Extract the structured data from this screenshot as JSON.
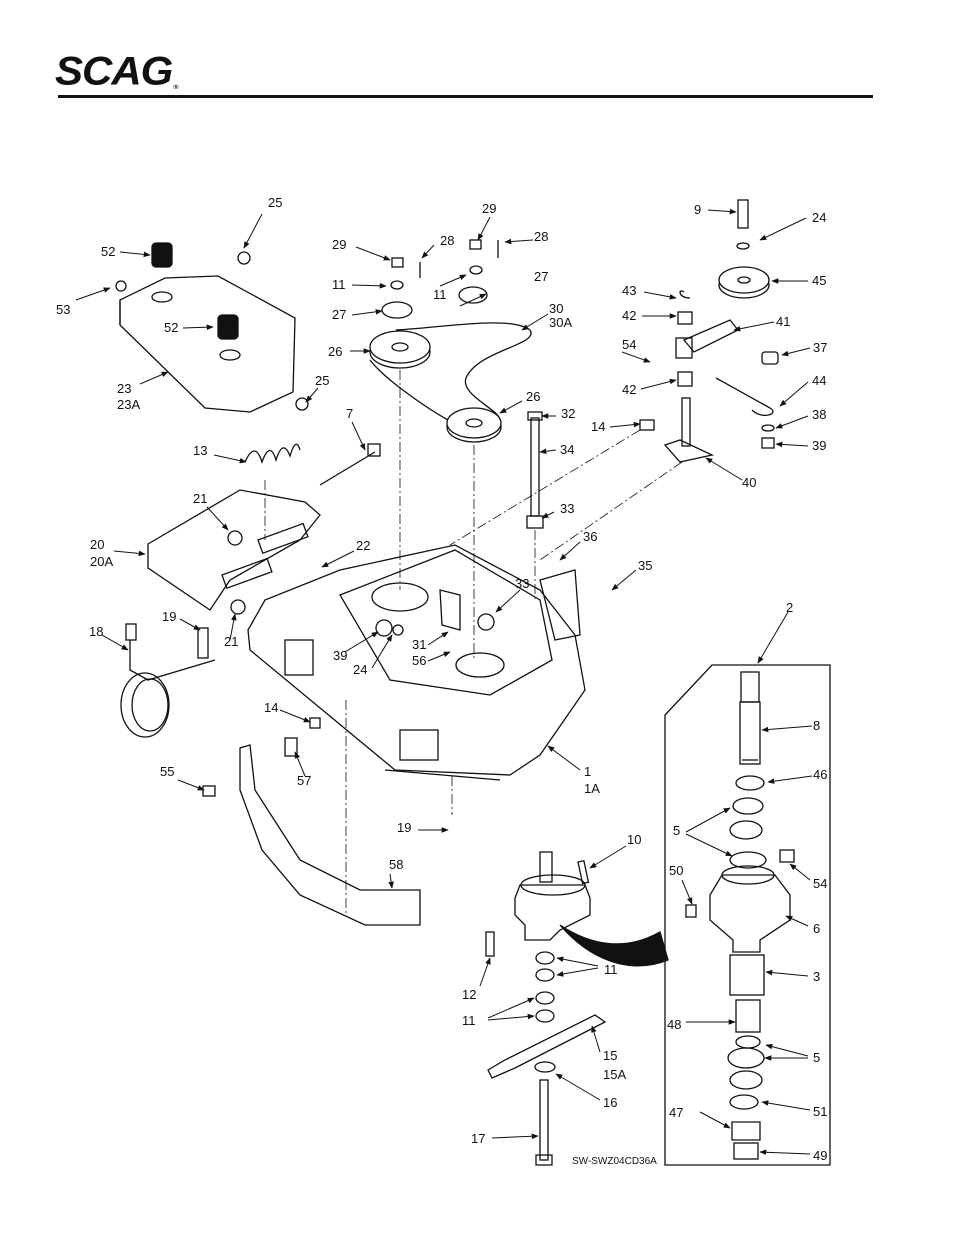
{
  "header": {
    "brand": "SCAG",
    "registered_mark": "®"
  },
  "drawing_code": "SW-SWZ04CD36A",
  "callouts": [
    {
      "id": "c25a",
      "text": "25"
    },
    {
      "id": "c52a",
      "text": "52"
    },
    {
      "id": "c53",
      "text": "53"
    },
    {
      "id": "c52b",
      "text": "52"
    },
    {
      "id": "c23",
      "text": "23"
    },
    {
      "id": "c23a",
      "text": "23A"
    },
    {
      "id": "c25b",
      "text": "25"
    },
    {
      "id": "c29a",
      "text": "29"
    },
    {
      "id": "c28a",
      "text": "28"
    },
    {
      "id": "c29b",
      "text": "29"
    },
    {
      "id": "c28b",
      "text": "28"
    },
    {
      "id": "c11a",
      "text": "11"
    },
    {
      "id": "c11b",
      "text": "11"
    },
    {
      "id": "c27a",
      "text": "27"
    },
    {
      "id": "c27b",
      "text": "27"
    },
    {
      "id": "c30",
      "text": "30"
    },
    {
      "id": "c30a",
      "text": "30A"
    },
    {
      "id": "c26a",
      "text": "26"
    },
    {
      "id": "c26b",
      "text": "26"
    },
    {
      "id": "c7",
      "text": "7"
    },
    {
      "id": "c13",
      "text": "13"
    },
    {
      "id": "c32",
      "text": "32"
    },
    {
      "id": "c34",
      "text": "34"
    },
    {
      "id": "c33a",
      "text": "33"
    },
    {
      "id": "c9",
      "text": "9"
    },
    {
      "id": "c24a",
      "text": "24"
    },
    {
      "id": "c45",
      "text": "45"
    },
    {
      "id": "c43",
      "text": "43"
    },
    {
      "id": "c42a",
      "text": "42"
    },
    {
      "id": "c41",
      "text": "41"
    },
    {
      "id": "c54a",
      "text": "54"
    },
    {
      "id": "c37",
      "text": "37"
    },
    {
      "id": "c42b",
      "text": "42"
    },
    {
      "id": "c44",
      "text": "44"
    },
    {
      "id": "c14a",
      "text": "14"
    },
    {
      "id": "c38",
      "text": "38"
    },
    {
      "id": "c39a",
      "text": "39"
    },
    {
      "id": "c40",
      "text": "40"
    },
    {
      "id": "c21a",
      "text": "21"
    },
    {
      "id": "c20",
      "text": "20"
    },
    {
      "id": "c20a",
      "text": "20A"
    },
    {
      "id": "c22",
      "text": "22"
    },
    {
      "id": "c36",
      "text": "36"
    },
    {
      "id": "c35",
      "text": "35"
    },
    {
      "id": "c33b",
      "text": "33"
    },
    {
      "id": "c19a",
      "text": "19"
    },
    {
      "id": "c18",
      "text": "18"
    },
    {
      "id": "c21b",
      "text": "21"
    },
    {
      "id": "c31",
      "text": "31"
    },
    {
      "id": "c56",
      "text": "56"
    },
    {
      "id": "c39b",
      "text": "39"
    },
    {
      "id": "c24b",
      "text": "24"
    },
    {
      "id": "c2",
      "text": "2"
    },
    {
      "id": "c14b",
      "text": "14"
    },
    {
      "id": "c8",
      "text": "8"
    },
    {
      "id": "c1",
      "text": "1"
    },
    {
      "id": "c1a",
      "text": "1A"
    },
    {
      "id": "c55",
      "text": "55"
    },
    {
      "id": "c57",
      "text": "57"
    },
    {
      "id": "c46",
      "text": "46"
    },
    {
      "id": "c5a",
      "text": "5"
    },
    {
      "id": "c19b",
      "text": "19"
    },
    {
      "id": "c10",
      "text": "10"
    },
    {
      "id": "c50",
      "text": "50"
    },
    {
      "id": "c54b",
      "text": "54"
    },
    {
      "id": "c58",
      "text": "58"
    },
    {
      "id": "c6",
      "text": "6"
    },
    {
      "id": "c3",
      "text": "3"
    },
    {
      "id": "c11c",
      "text": "11"
    },
    {
      "id": "c12",
      "text": "12"
    },
    {
      "id": "c11d",
      "text": "11"
    },
    {
      "id": "c48",
      "text": "48"
    },
    {
      "id": "c5b",
      "text": "5"
    },
    {
      "id": "c15",
      "text": "15"
    },
    {
      "id": "c15a",
      "text": "15A"
    },
    {
      "id": "c16",
      "text": "16"
    },
    {
      "id": "c47",
      "text": "47"
    },
    {
      "id": "c51",
      "text": "51"
    },
    {
      "id": "c17",
      "text": "17"
    },
    {
      "id": "c49",
      "text": "49"
    }
  ]
}
